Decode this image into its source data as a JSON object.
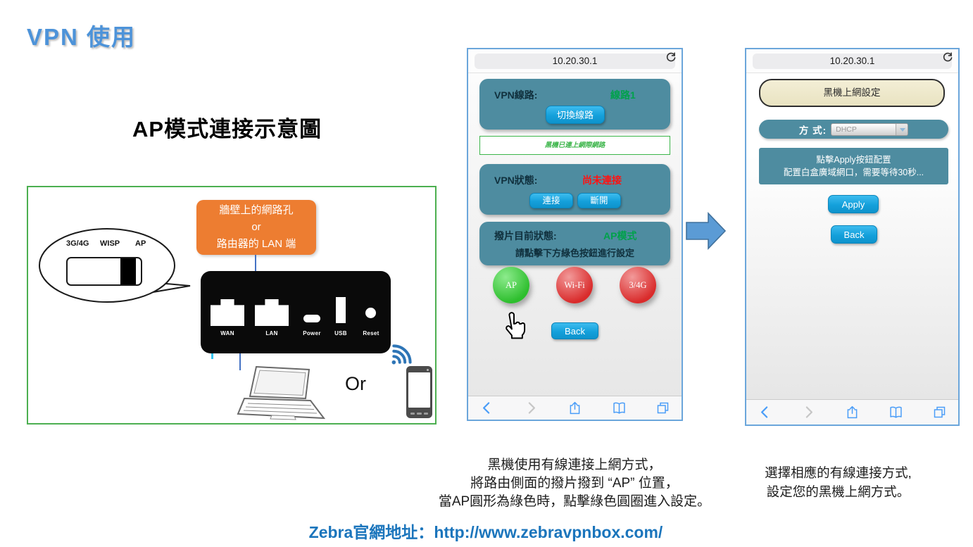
{
  "slide": {
    "title": "VPN 使用",
    "diagram_heading": "AP模式連接示意圖",
    "caption_left": {
      "line1": "黑機使用有線連接上網方式，",
      "line2": "將路由側面的撥片撥到 “AP” 位置，",
      "line3": "當AP圓形為綠色時，點擊綠色圓圈進入設定。"
    },
    "caption_right": {
      "line1": "選擇相應的有線連接方式,",
      "line2": "設定您的黑機上網方式。"
    },
    "footer": {
      "prefix": "Zebra官網地址：",
      "url": "http://www.zebravpnbox.com/"
    }
  },
  "diagram": {
    "callout": {
      "line1": "牆壁上的網路孔",
      "line2": "or",
      "line3": "路由器的 LAN 端"
    },
    "switch": {
      "labels": [
        "3G/4G",
        "WISP",
        "AP"
      ]
    },
    "router_ports": {
      "wan": "WAN",
      "lan": "LAN",
      "power": "Power",
      "usb": "USB",
      "reset": "Reset"
    },
    "or_label": "Or"
  },
  "phone1": {
    "url": "10.20.30.1",
    "vpn_line": {
      "label": "VPN線路:",
      "value": "線路1",
      "switch_button": "切換線路"
    },
    "banner": "黑機已連上網際網路",
    "vpn_status": {
      "label": "VPN狀態:",
      "value": "尚未連接",
      "connect_button": "連接",
      "disconnect_button": "斷開"
    },
    "dial_status": {
      "label": "撥片目前狀態:",
      "value": "AP模式",
      "hint": "請點擊下方綠色按鈕進行設定"
    },
    "mode_buttons": {
      "ap": "AP",
      "wifi": "Wi-Fi",
      "cell": "3/4G"
    },
    "back_button": "Back"
  },
  "phone2": {
    "url": "10.20.30.1",
    "panel_title": "黑機上網設定",
    "method_label": "方 式:",
    "method_value": "DHCP",
    "info": {
      "line1": "點擊Apply按鈕配置",
      "line2": "配置白盒廣域網口，需要等待30秒..."
    },
    "apply_button": "Apply",
    "back_button": "Back"
  },
  "colors": {
    "title_blue": "#4D93D9",
    "teal_panel": "#4E8CA0",
    "button_blue": "#14A0DB",
    "green_text": "#00A14B",
    "red_text": "#FF1212",
    "circle_green": "#2DBE2D",
    "circle_red": "#D92B2B",
    "callout_orange": "#ED7D31",
    "diagram_border_green": "#4CAF50",
    "phone_border_blue": "#6BA6DB",
    "link_blue": "#1B75BC",
    "arrow_blue": "#5B9BD5",
    "toolbar_icon_blue": "#4A9DF8",
    "banner_green": "#3CB54A",
    "tan_box": "#E9E3C1"
  }
}
